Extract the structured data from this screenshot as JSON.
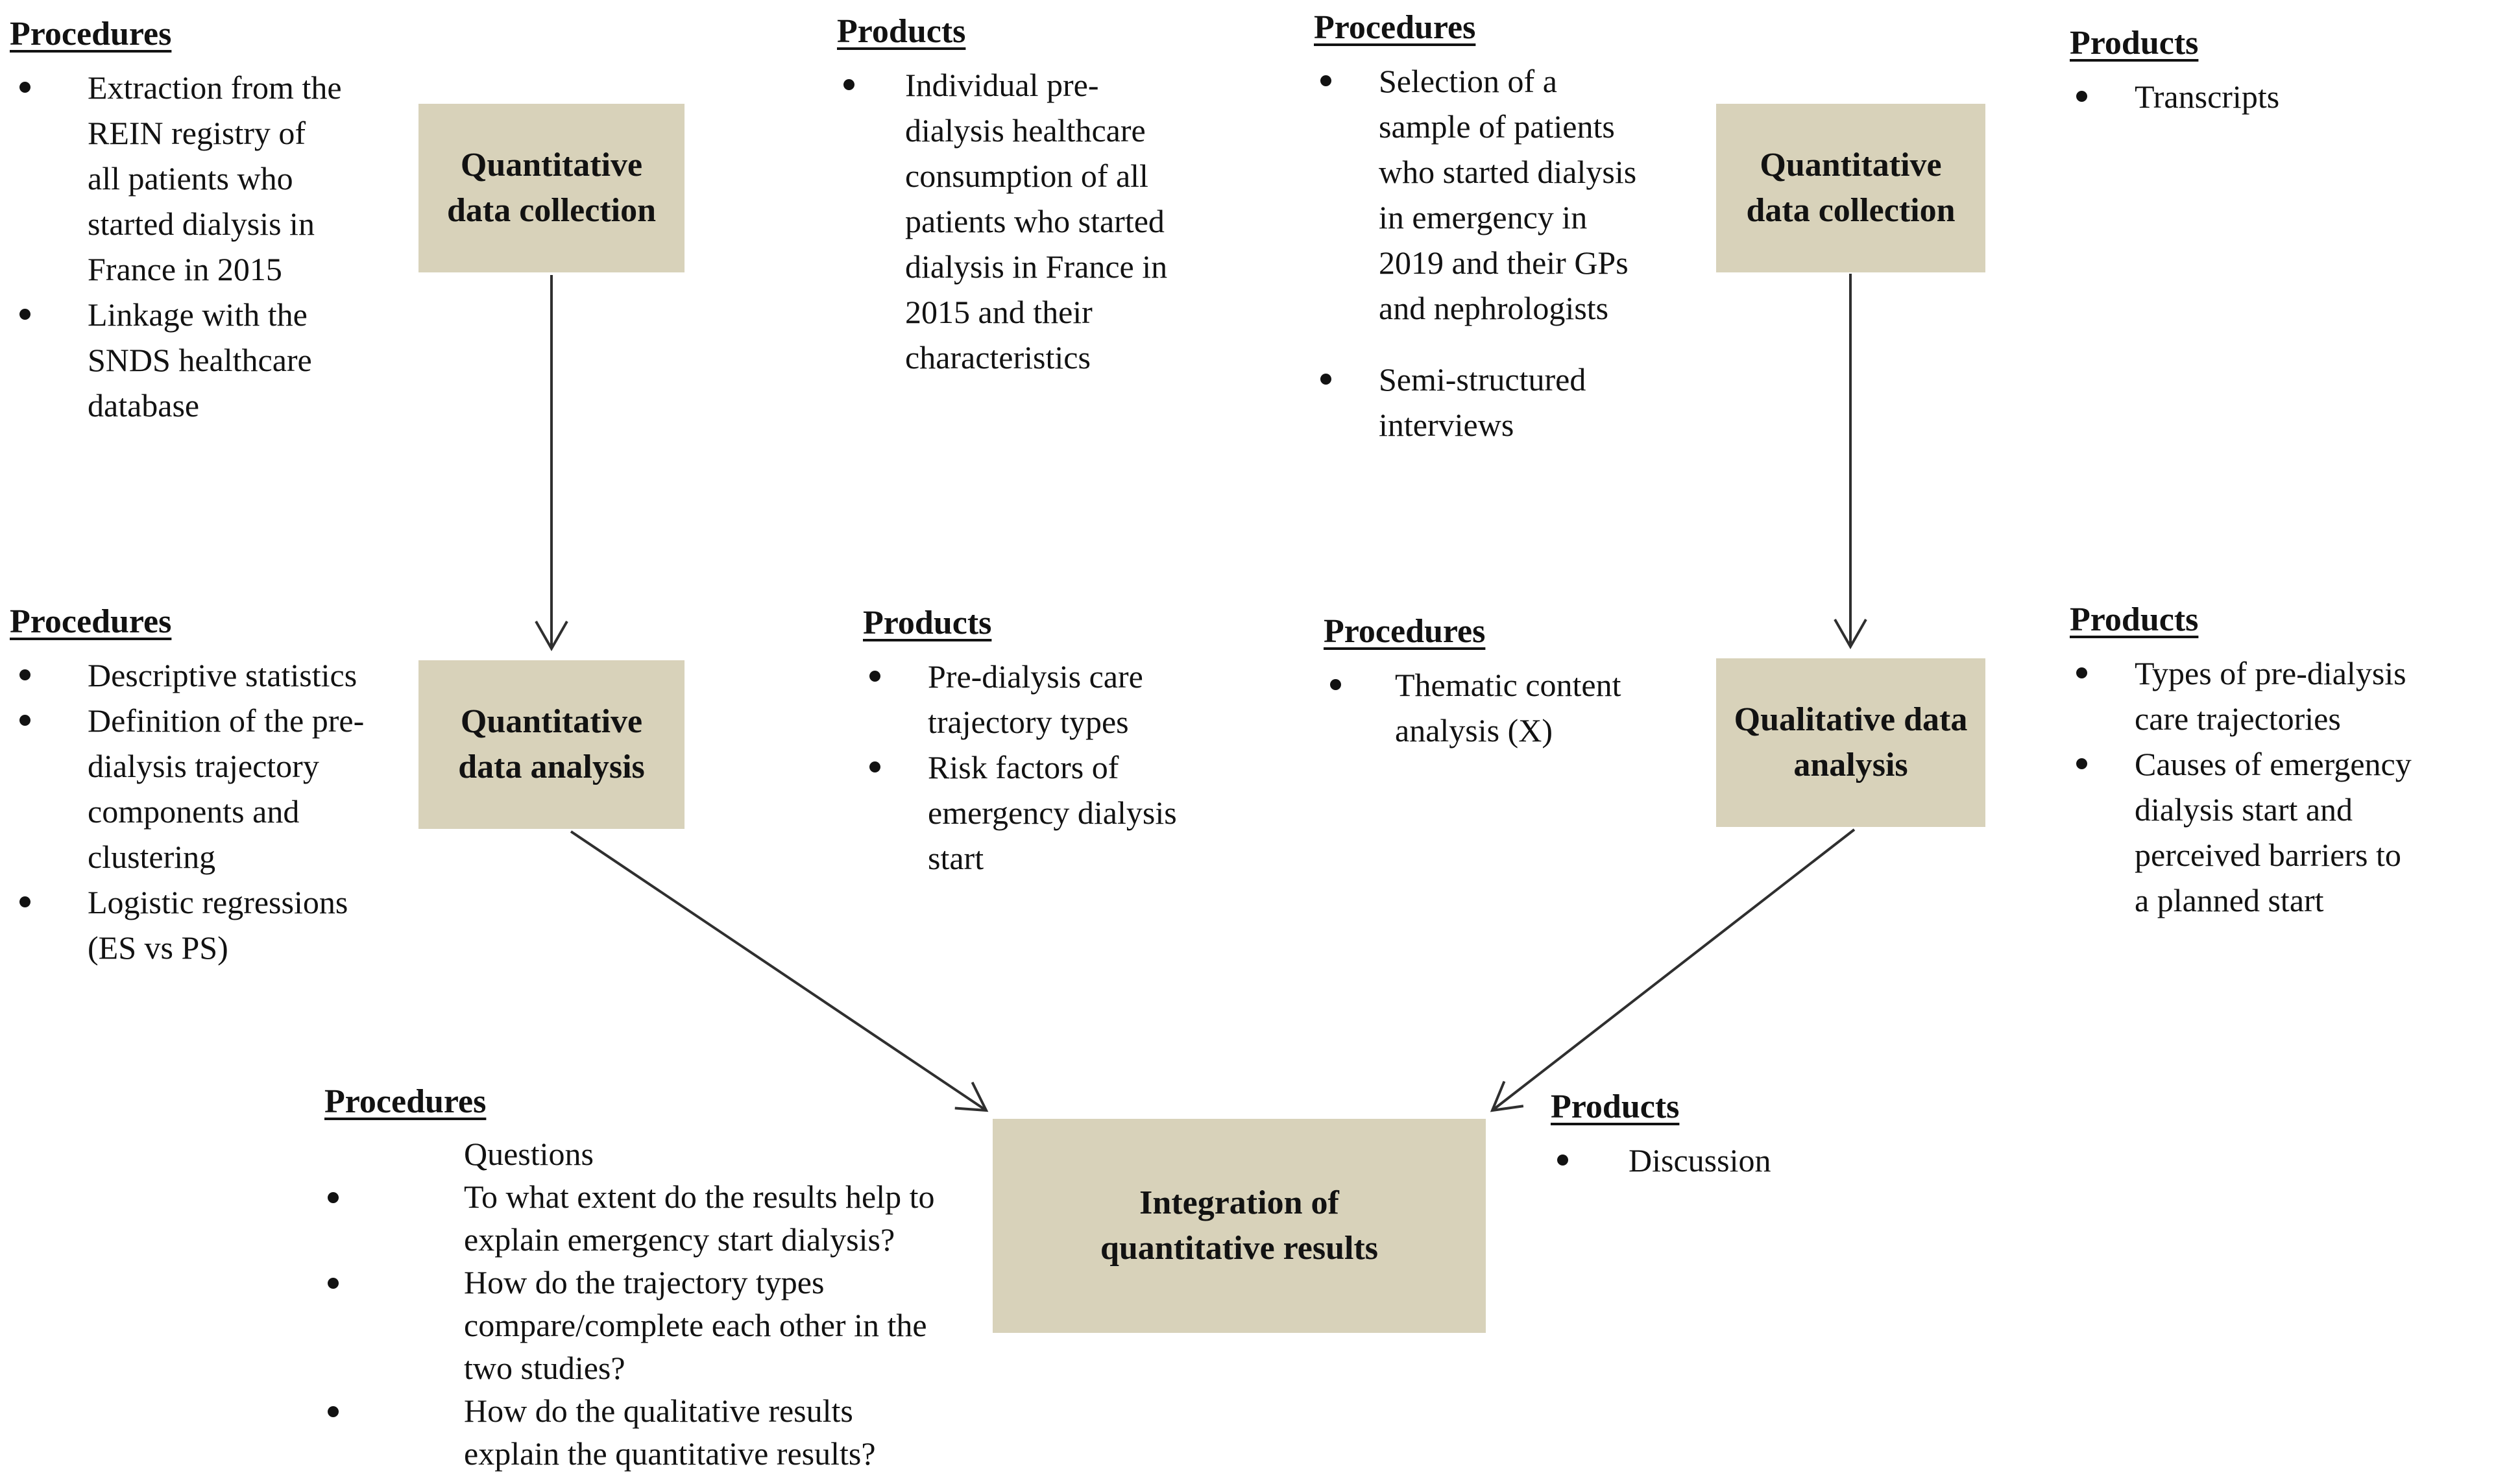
{
  "colors": {
    "box_fill": "#d8d2ba",
    "text": "#121212",
    "arrow": "#2f2f2f",
    "background": "#ffffff"
  },
  "boxes": {
    "quant_collection_left": {
      "label": "Quantitative\ndata collection"
    },
    "quant_collection_right": {
      "label": "Quantitative\ndata collection"
    },
    "quant_analysis": {
      "label": "Quantitative\ndata analysis"
    },
    "qual_analysis": {
      "label": "Qualitative data\nanalysis"
    },
    "integration": {
      "label": "Integration of\nquantitative results"
    }
  },
  "groups": {
    "proc_collection_quant": {
      "heading": "Procedures",
      "items": [
        {
          "text": "Extraction from the\nREIN registry of\nall patients who\nstarted dialysis in\nFrance in 2015",
          "bullet": true
        },
        {
          "text": "Linkage with the\nSNDS healthcare\ndatabase",
          "bullet": true
        }
      ]
    },
    "prod_collection_quant": {
      "heading": "Products",
      "items": [
        {
          "text": "Individual pre-\ndialysis healthcare\nconsumption of all\npatients who started\ndialysis in France in\n2015 and their\ncharacteristics",
          "bullet": true
        }
      ]
    },
    "proc_collection_qual": {
      "heading": "Procedures",
      "items": [
        {
          "text": "Selection of a\nsample of patients\nwho started dialysis\nin emergency in\n2019 and their GPs\nand nephrologists",
          "bullet": true
        },
        {
          "text": "Semi-structured\ninterviews",
          "bullet": true,
          "gap": true
        }
      ]
    },
    "prod_collection_qual": {
      "heading": "Products",
      "items": [
        {
          "text": "Transcripts",
          "bullet": true
        }
      ]
    },
    "proc_analysis_quant": {
      "heading": "Procedures",
      "items": [
        {
          "text": "Descriptive statistics",
          "bullet": true
        },
        {
          "text": "Definition of the pre-\ndialysis trajectory\ncomponents and\nclustering",
          "bullet": true
        },
        {
          "text": "Logistic regressions\n(ES vs PS)",
          "bullet": true
        }
      ]
    },
    "prod_analysis_quant": {
      "heading": "Products",
      "items": [
        {
          "text": "Pre-dialysis care\ntrajectory types",
          "bullet": true
        },
        {
          "text": "Risk factors of\nemergency dialysis\nstart",
          "bullet": true
        }
      ]
    },
    "proc_analysis_qual": {
      "heading": "Procedures",
      "items": [
        {
          "text": "Thematic content\nanalysis (X)",
          "bullet": true
        }
      ]
    },
    "prod_analysis_qual": {
      "heading": "Products",
      "items": [
        {
          "text": "Types of pre-dialysis\ncare trajectories",
          "bullet": true
        },
        {
          "text": "Causes of emergency\ndialysis start and\nperceived barriers to\na planned start",
          "bullet": true
        }
      ]
    },
    "proc_integration": {
      "heading": "Procedures",
      "items": [
        {
          "text": "Questions",
          "bullet": false
        },
        {
          "text": "To what extent do the results help to\nexplain emergency start dialysis?",
          "bullet": true
        },
        {
          "text": "How do the trajectory types\ncompare/complete each other in the\ntwo studies?",
          "bullet": true
        },
        {
          "text": "How do the qualitative results\nexplain the quantitative results?",
          "bullet": true
        }
      ]
    },
    "prod_integration": {
      "heading": "Products",
      "items": [
        {
          "text": "Discussion",
          "bullet": true
        }
      ]
    }
  }
}
